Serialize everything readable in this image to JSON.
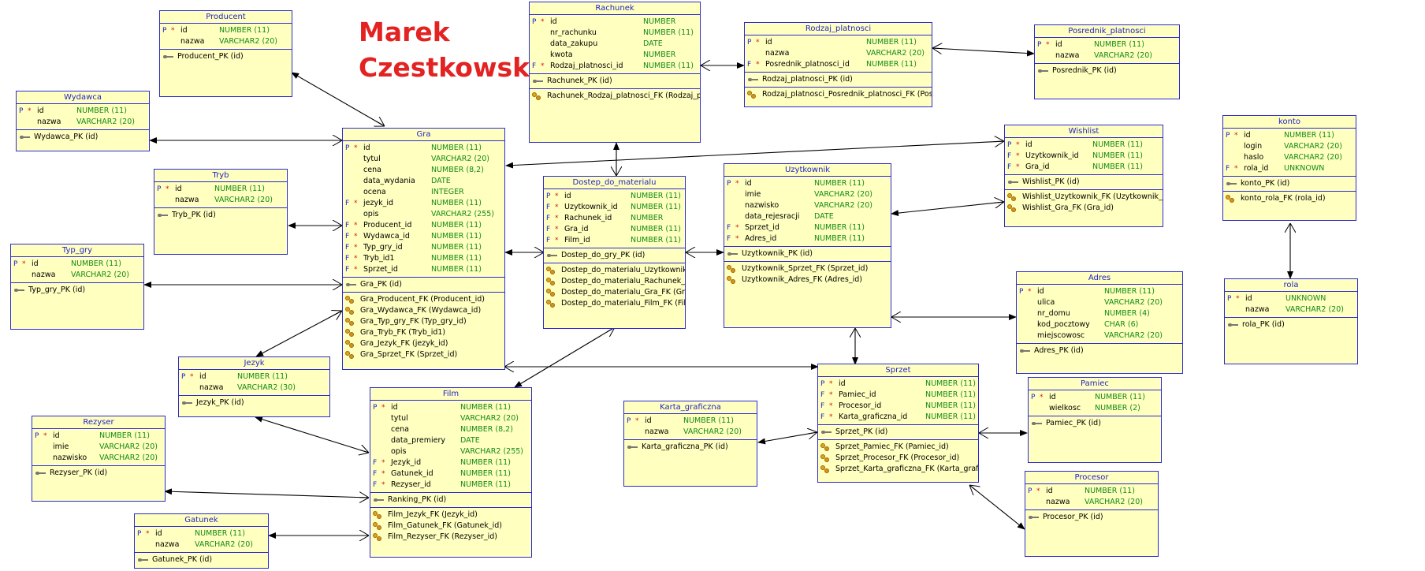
{
  "author": {
    "line1": "Marek",
    "line2": "Czestkowski"
  },
  "entities": {
    "producent": {
      "name": "Producent",
      "columns": [
        [
          "P",
          "*",
          "id",
          "NUMBER (11)"
        ],
        [
          "",
          "",
          "nazwa",
          "VARCHAR2 (20)"
        ]
      ],
      "keys": [
        [
          "pk",
          "Producent_PK (id)"
        ]
      ]
    },
    "wydawca": {
      "name": "Wydawca",
      "columns": [
        [
          "P",
          "*",
          "id",
          "NUMBER (11)"
        ],
        [
          "",
          "",
          "nazwa",
          "VARCHAR2 (20)"
        ]
      ],
      "keys": [
        [
          "pk",
          "Wydawca_PK (id)"
        ]
      ]
    },
    "tryb": {
      "name": "Tryb",
      "columns": [
        [
          "P",
          "*",
          "id",
          "NUMBER (11)"
        ],
        [
          "",
          "",
          "nazwa",
          "VARCHAR2 (20)"
        ]
      ],
      "keys": [
        [
          "pk",
          "Tryb_PK (id)"
        ]
      ]
    },
    "typ_gry": {
      "name": "Typ_gry",
      "columns": [
        [
          "P",
          "*",
          "id",
          "NUMBER (11)"
        ],
        [
          "",
          "",
          "nazwa",
          "VARCHAR2 (20)"
        ]
      ],
      "keys": [
        [
          "pk",
          "Typ_gry_PK (id)"
        ]
      ]
    },
    "gra": {
      "name": "Gra",
      "columns": [
        [
          "P",
          "*",
          "id",
          "NUMBER (11)"
        ],
        [
          "",
          "",
          "tytul",
          "VARCHAR2 (20)"
        ],
        [
          "",
          "",
          "cena",
          "NUMBER (8,2)"
        ],
        [
          "",
          "",
          "data_wydania",
          "DATE"
        ],
        [
          "",
          "",
          "ocena",
          "INTEGER"
        ],
        [
          "F",
          "*",
          "jezyk_id",
          "NUMBER (11)"
        ],
        [
          "",
          "",
          "opis",
          "VARCHAR2 (255)"
        ],
        [
          "F",
          "*",
          "Producent_id",
          "NUMBER (11)"
        ],
        [
          "F",
          "*",
          "Wydawca_id",
          "NUMBER (11)"
        ],
        [
          "F",
          "*",
          "Typ_gry_id",
          "NUMBER (11)"
        ],
        [
          "F",
          "*",
          "Tryb_id1",
          "NUMBER (11)"
        ],
        [
          "F",
          "*",
          "Sprzet_id",
          "NUMBER (11)"
        ]
      ],
      "keys": [
        [
          "pk",
          "Gra_PK (id)"
        ]
      ],
      "fks": [
        "Gra_Producent_FK (Producent_id)",
        "Gra_Wydawca_FK (Wydawca_id)",
        "Gra_Typ_gry_FK (Typ_gry_id)",
        "Gra_Tryb_FK (Tryb_id1)",
        "Gra_Jezyk_FK (jezyk_id)",
        "Gra_Sprzet_FK (Sprzet_id)"
      ]
    },
    "jezyk": {
      "name": "Jezyk",
      "columns": [
        [
          "P",
          "*",
          "id",
          "NUMBER (11)"
        ],
        [
          "",
          "",
          "nazwa",
          "VARCHAR2 (30)"
        ]
      ],
      "keys": [
        [
          "pk",
          "Jezyk_PK (id)"
        ]
      ]
    },
    "rezyser": {
      "name": "Rezyser",
      "columns": [
        [
          "P",
          "*",
          "id",
          "NUMBER (11)"
        ],
        [
          "",
          "",
          "imie",
          "VARCHAR2 (20)"
        ],
        [
          "",
          "",
          "nazwisko",
          "VARCHAR2 (20)"
        ]
      ],
      "keys": [
        [
          "pk",
          "Rezyser_PK (id)"
        ]
      ]
    },
    "gatunek": {
      "name": "Gatunek",
      "columns": [
        [
          "P",
          "*",
          "id",
          "NUMBER (11)"
        ],
        [
          "",
          "",
          "nazwa",
          "VARCHAR2 (20)"
        ]
      ],
      "keys": [
        [
          "pk",
          "Gatunek_PK (id)"
        ]
      ]
    },
    "film": {
      "name": "Film",
      "columns": [
        [
          "P",
          "*",
          "id",
          "NUMBER (11)"
        ],
        [
          "",
          "",
          "tytul",
          "VARCHAR2 (20)"
        ],
        [
          "",
          "",
          "cena",
          "NUMBER (8,2)"
        ],
        [
          "",
          "",
          "data_premiery",
          "DATE"
        ],
        [
          "",
          "",
          "opis",
          "VARCHAR2 (255)"
        ],
        [
          "F",
          "*",
          "Jezyk_id",
          "NUMBER (11)"
        ],
        [
          "F",
          "*",
          "Gatunek_id",
          "NUMBER (11)"
        ],
        [
          "F",
          "*",
          "Rezyser_id",
          "NUMBER (11)"
        ]
      ],
      "keys": [
        [
          "pk",
          "Ranking_PK (id)"
        ]
      ],
      "fks": [
        "Film_Jezyk_FK (Jezyk_id)",
        "Film_Gatunek_FK (Gatunek_id)",
        "Film_Rezyser_FK (Rezyser_id)"
      ]
    },
    "rachunek": {
      "name": "Rachunek",
      "columns": [
        [
          "P",
          "*",
          "id",
          "NUMBER"
        ],
        [
          "",
          "",
          "nr_rachunku",
          "NUMBER (11)"
        ],
        [
          "",
          "",
          "data_zakupu",
          "DATE"
        ],
        [
          "",
          "",
          "kwota",
          "NUMBER"
        ],
        [
          "F",
          "*",
          "Rodzaj_platnosci_id",
          "NUMBER (11)"
        ]
      ],
      "keys": [
        [
          "pk",
          "Rachunek_PK (id)"
        ]
      ],
      "fks": [
        "Rachunek_Rodzaj_platnosci_FK (Rodzaj_platnosci_id)"
      ]
    },
    "dostep": {
      "name": "Dostep_do_materialu",
      "columns": [
        [
          "P",
          "*",
          "id",
          "NUMBER (11)"
        ],
        [
          "F",
          "*",
          "Uzytkownik_id",
          "NUMBER (11)"
        ],
        [
          "F",
          "*",
          "Rachunek_id",
          "NUMBER"
        ],
        [
          "F",
          "*",
          "Gra_id",
          "NUMBER (11)"
        ],
        [
          "F",
          "*",
          "Film_id",
          "NUMBER (11)"
        ]
      ],
      "keys": [
        [
          "pk",
          "Dostep_do_gry_PK (id)"
        ]
      ],
      "fks": [
        "Dostep_do_materialu_Uzytkownik_FK (Uzytkownik_id)",
        "Dostep_do_materialu_Rachunek_FK (Rachunek_id)",
        "Dostep_do_materialu_Gra_FK (Gra_id)",
        "Dostep_do_materialu_Film_FK (Film_id)"
      ]
    },
    "rodzaj": {
      "name": "Rodzaj_platnosci",
      "columns": [
        [
          "P",
          "*",
          "id",
          "NUMBER (11)"
        ],
        [
          "",
          "",
          "nazwa",
          "VARCHAR2 (20)"
        ],
        [
          "F",
          "*",
          "Posrednik_platnosci_id",
          "NUMBER (11)"
        ]
      ],
      "keys": [
        [
          "pk",
          "Rodzaj_platnosci_PK (id)"
        ]
      ],
      "fks": [
        "Rodzaj_platnosci_Posrednik_platnosci_FK (Posrednik_platnosci_id)"
      ]
    },
    "posrednik": {
      "name": "Posrednik_platnosci",
      "columns": [
        [
          "P",
          "*",
          "id",
          "NUMBER (11)"
        ],
        [
          "",
          "",
          "nazwa",
          "VARCHAR2 (20)"
        ]
      ],
      "keys": [
        [
          "pk",
          "Posrednik_PK (id)"
        ]
      ]
    },
    "uzytkownik": {
      "name": "Uzytkownik",
      "columns": [
        [
          "P",
          "*",
          "id",
          "NUMBER (11)"
        ],
        [
          "",
          "",
          "imie",
          "VARCHAR2 (20)"
        ],
        [
          "",
          "",
          "nazwisko",
          "VARCHAR2 (20)"
        ],
        [
          "",
          "",
          "data_rejesracji",
          "DATE"
        ],
        [
          "F",
          "*",
          "Sprzet_id",
          "NUMBER (11)"
        ],
        [
          "F",
          "*",
          "Adres_id",
          "NUMBER (11)"
        ]
      ],
      "keys": [
        [
          "pk",
          "Uzytkownik_PK (id)"
        ]
      ],
      "fks": [
        "Uzytkownik_Sprzet_FK (Sprzet_id)",
        "Uzytkownik_Adres_FK (Adres_id)"
      ]
    },
    "wishlist": {
      "name": "Wishlist",
      "columns": [
        [
          "P",
          "*",
          "id",
          "NUMBER (11)"
        ],
        [
          "F",
          "*",
          "Uzytkownik_id",
          "NUMBER (11)"
        ],
        [
          "F",
          "*",
          "Gra_id",
          "NUMBER (11)"
        ]
      ],
      "keys": [
        [
          "pk",
          "Wishlist_PK (id)"
        ]
      ],
      "fks": [
        "Wishlist_Uzytkownik_FK (Uzytkownik_id)",
        "Wishlist_Gra_FK (Gra_id)"
      ]
    },
    "konto": {
      "name": "konto",
      "columns": [
        [
          "P",
          "*",
          "id",
          "NUMBER (11)"
        ],
        [
          "",
          "",
          "login",
          "VARCHAR2 (20)"
        ],
        [
          "",
          "",
          "haslo",
          "VARCHAR2 (20)"
        ],
        [
          "F",
          "*",
          "rola_id",
          "UNKNOWN"
        ]
      ],
      "keys": [
        [
          "pk",
          "konto_PK (id)"
        ]
      ],
      "fks": [
        "konto_rola_FK (rola_id)"
      ]
    },
    "rola": {
      "name": "rola",
      "columns": [
        [
          "P",
          "*",
          "id",
          "UNKNOWN"
        ],
        [
          "",
          "",
          "nazwa",
          "VARCHAR2 (20)"
        ]
      ],
      "keys": [
        [
          "pk",
          "rola_PK (id)"
        ]
      ]
    },
    "adres": {
      "name": "Adres",
      "columns": [
        [
          "P",
          "*",
          "id",
          "NUMBER (11)"
        ],
        [
          "",
          "",
          "ulica",
          "VARCHAR2 (20)"
        ],
        [
          "",
          "",
          "nr_domu",
          "NUMBER (4)"
        ],
        [
          "",
          "",
          "kod_pocztowy",
          "CHAR (6)"
        ],
        [
          "",
          "",
          "miejscowosc",
          "VARCHAR2 (20)"
        ]
      ],
      "keys": [
        [
          "pk",
          "Adres_PK (id)"
        ]
      ]
    },
    "sprzet": {
      "name": "Sprzet",
      "columns": [
        [
          "P",
          "*",
          "id",
          "NUMBER (11)"
        ],
        [
          "F",
          "*",
          "Pamiec_id",
          "NUMBER (11)"
        ],
        [
          "F",
          "*",
          "Procesor_id",
          "NUMBER (11)"
        ],
        [
          "F",
          "*",
          "Karta_graficzna_id",
          "NUMBER (11)"
        ]
      ],
      "keys": [
        [
          "pk",
          "Sprzet_PK (id)"
        ]
      ],
      "fks": [
        "Sprzet_Pamiec_FK (Pamiec_id)",
        "Sprzet_Procesor_FK (Procesor_id)",
        "Sprzet_Karta_graficzna_FK (Karta_graficzna_id)"
      ]
    },
    "karta": {
      "name": "Karta_graficzna",
      "columns": [
        [
          "P",
          "*",
          "id",
          "NUMBER (11)"
        ],
        [
          "",
          "",
          "nazwa",
          "VARCHAR2 (20)"
        ]
      ],
      "keys": [
        [
          "pk",
          "Karta_graficzna_PK (id)"
        ]
      ]
    },
    "pamiec": {
      "name": "Pamiec",
      "columns": [
        [
          "P",
          "*",
          "id",
          "NUMBER (11)"
        ],
        [
          "",
          "",
          "wielkosc",
          "NUMBER (2)"
        ]
      ],
      "keys": [
        [
          "pk",
          "Pamiec_PK (id)"
        ]
      ]
    },
    "procesor": {
      "name": "Procesor",
      "columns": [
        [
          "P",
          "*",
          "id",
          "NUMBER (11)"
        ],
        [
          "",
          "",
          "nazwa",
          "VARCHAR2 (20)"
        ]
      ],
      "keys": [
        [
          "pk",
          "Procesor_PK (id)"
        ]
      ]
    }
  }
}
